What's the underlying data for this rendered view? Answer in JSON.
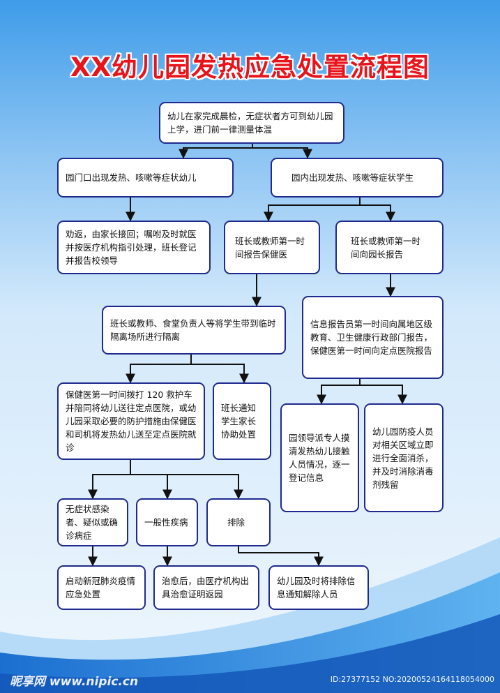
{
  "title": "XX幼儿园发热应急处置流程图",
  "boxes": {
    "start": "幼儿在家完成晨检，无症状者方可到幼儿园上学，进门前一律测量体温",
    "gate": "园门口出现发热、咳嗽等症状幼儿",
    "inside": "园内出现发热、咳嗽等症状学生",
    "gate_action": "劝返，由家长接回；嘱咐及时就医并按医疗机构指引处理，班长登记并报告校领导",
    "report_doctor": "班长或教师第一时间报告保健医",
    "report_principal": "班长或教师第一时间向园长报告",
    "isolation": "班长或教师、食堂负责人等将学生带到临时隔离场所进行隔离",
    "info_report": "信息报告员第一时间向属地区级教育、卫生健康行政部门报告，保健医第一时间向定点医院报告",
    "hospital": "保健医第一时间拨打 120 救护车并陪同将幼儿送往定点医院，或幼儿园采取必要的防护措施由保健医和司机将发热幼儿送至定点医院就诊",
    "notify_parents": "班长通知学生家长协助处置",
    "contacts": "园领导派专人摸清发热幼儿接触人员情况，逐一登记信息",
    "disinfect": "幼儿园防疫人员对相关区域立即进行全面消杀，并及时消除消毒剂残留",
    "suspected": "无症状感染者、疑似或确诊病症",
    "general": "一般性疾病",
    "excluded": "排除",
    "emergency": "启动新冠肺炎疫情应急处置",
    "cured": "治愈后，由医疗机构出具治愈证明返园",
    "release": "幼儿园及时将排除信息通知解除人员"
  },
  "watermark": {
    "left": "昵享网 www.nipic.cn",
    "right": "ID:27377152 NO:20200524164118054000"
  },
  "colors": {
    "title": "#e8141b",
    "border": "#1f2a8e",
    "arrow": "#111111",
    "bg_top": "#3d9be9",
    "bg_bottom": "#eaf5fd"
  }
}
